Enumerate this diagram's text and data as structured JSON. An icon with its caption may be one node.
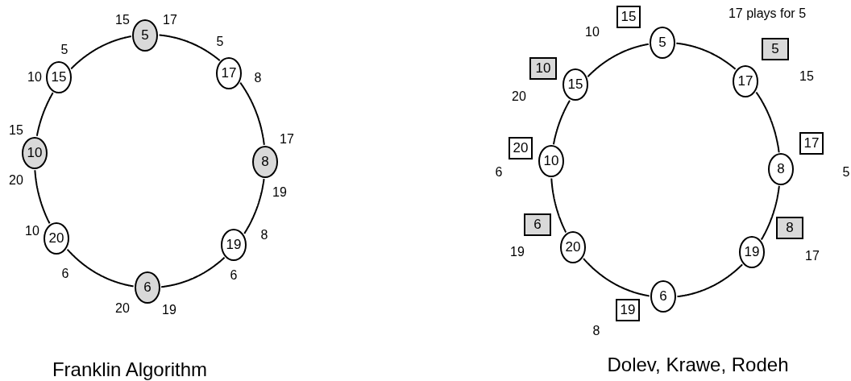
{
  "diagram": {
    "nodes": [
      {
        "text": [
          "5"
        ]
      },
      {
        "text": [
          "17"
        ]
      },
      {
        "text": [
          "8"
        ]
      },
      {
        "text": [
          "19"
        ]
      },
      {
        "text": [
          "6"
        ]
      },
      {
        "text": [
          "20"
        ]
      },
      {
        "text": [
          "10"
        ]
      },
      {
        "text": [
          "15"
        ]
      },
      {
        "text": [
          "5"
        ]
      },
      {
        "text": [
          "17"
        ]
      },
      {
        "text": [
          "8"
        ]
      },
      {
        "text": [
          "19"
        ]
      },
      {
        "text": [
          "6"
        ]
      },
      {
        "text": [
          "20"
        ]
      },
      {
        "text": [
          "10"
        ]
      },
      {
        "text": [
          "15"
        ]
      },
      {
        "text": [
          "15"
        ]
      },
      {
        "text": [
          "5"
        ]
      },
      {
        "text": [
          "10"
        ]
      },
      {
        "text": [
          "17"
        ]
      },
      {
        "text": [
          "20"
        ]
      },
      {
        "text": [
          "6"
        ]
      },
      {
        "text": [
          "8"
        ]
      },
      {
        "text": [
          "19"
        ]
      }
    ],
    "edges": [
      {
        "from": 0,
        "to": 1,
        "arrow": "none"
      },
      {
        "from": 1,
        "to": 2,
        "arrow": "none"
      },
      {
        "from": 2,
        "to": 3,
        "arrow": "none"
      },
      {
        "from": 3,
        "to": 4,
        "arrow": "none"
      },
      {
        "from": 4,
        "to": 5,
        "arrow": "none"
      },
      {
        "from": 5,
        "to": 6,
        "arrow": "none"
      },
      {
        "from": 6,
        "to": 7,
        "arrow": "none"
      },
      {
        "from": 7,
        "to": 0,
        "arrow": "none"
      },
      {
        "from": 8,
        "to": 9,
        "arrow": "none"
      },
      {
        "from": 9,
        "to": 10,
        "arrow": "none"
      },
      {
        "from": 10,
        "to": 11,
        "arrow": "none"
      },
      {
        "from": 11,
        "to": 12,
        "arrow": "none"
      },
      {
        "from": 12,
        "to": 13,
        "arrow": "none"
      },
      {
        "from": 13,
        "to": 14,
        "arrow": "none"
      },
      {
        "from": 14,
        "to": 15,
        "arrow": "none"
      },
      {
        "from": 15,
        "to": 8,
        "arrow": "none"
      }
    ],
    "labels": [
      "15",
      "17",
      "5",
      "8",
      "17",
      "19",
      "8",
      "6",
      "20",
      "19",
      "6",
      "10",
      "20",
      "15",
      "10",
      "5",
      "17 plays for 5",
      "10",
      "15",
      "20",
      "6",
      "5",
      "19",
      "17",
      "8",
      "Franklin Algorithm",
      "Dolev, Krawe, Rodeh"
    ]
  }
}
